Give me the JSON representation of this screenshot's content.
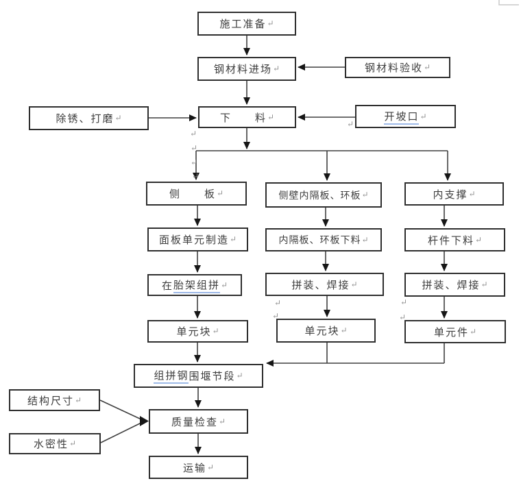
{
  "glyphs": {
    "return_mark": "↵"
  },
  "colors": {
    "box_border": "#2e2e2e",
    "text": "#3d3d3d",
    "connector": "#3f3f3f",
    "arrowhead": "#161616",
    "proof_underline": "#9db9e8",
    "paragraph_mark": "#8f8f8f",
    "page_corner_mark": "#c9c9c9"
  },
  "nodes": {
    "prep": {
      "label": "施工准备"
    },
    "steel_in": {
      "label": "钢材料进场"
    },
    "steel_check": {
      "label": "钢材料验收"
    },
    "derust": {
      "label": "除锈、打磨"
    },
    "cutting": {
      "label": "下　　料"
    },
    "bevel": {
      "label": "开坡口"
    },
    "side_plate": {
      "label": "侧　　板"
    },
    "bulkhead": {
      "label": "侧壁内隔板、环板"
    },
    "brace": {
      "label": "内支撑"
    },
    "panel_unit": {
      "label": "面板单元制造"
    },
    "bulkhead_cut": {
      "label": "内隔板、环板下料"
    },
    "rod_cut": {
      "label": "杆件下料"
    },
    "jig": {
      "pre": "在",
      "underlined": "胎架组拼"
    },
    "weld_mid": {
      "label": "拼装、焊接"
    },
    "weld_right": {
      "label": "拼装、焊接"
    },
    "unit_block_left": {
      "label": "单元块"
    },
    "unit_block_mid": {
      "label": "单元块"
    },
    "unit_piece": {
      "label": "单元件"
    },
    "cofferdam": {
      "underlined": "组拼钢",
      "post": "围堰节段"
    },
    "struct_size": {
      "label": "结构尺寸"
    },
    "quality": {
      "label": "质量检查"
    },
    "watertight": {
      "label": "水密性"
    },
    "transport": {
      "label": "运输"
    }
  }
}
